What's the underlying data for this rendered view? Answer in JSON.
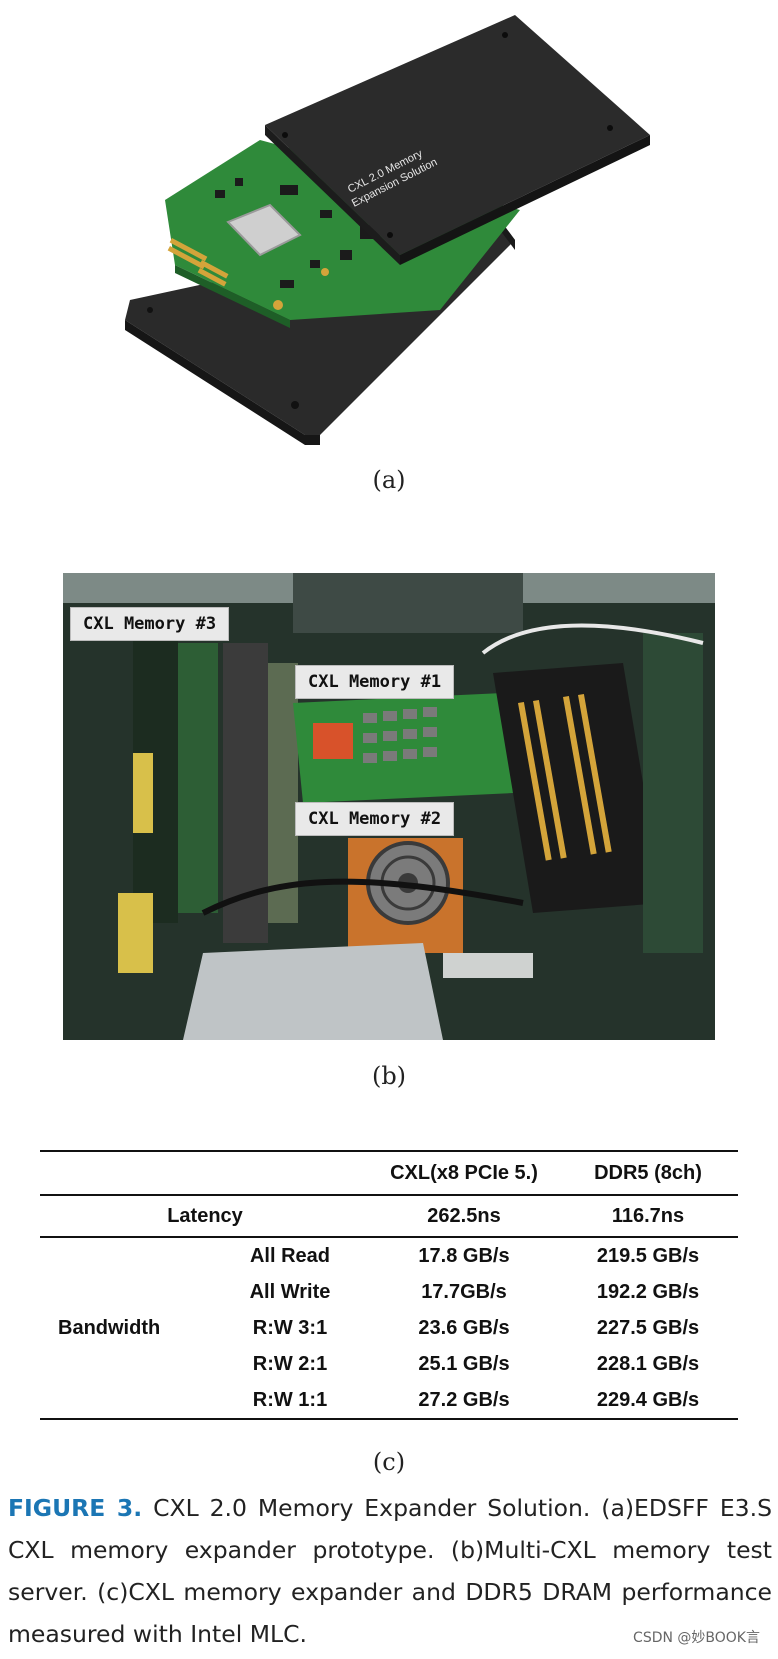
{
  "figure_a": {
    "sublabel": "(a)",
    "device_text_line1": "CXL 2.0 Memory",
    "device_text_line2": "Expansion Solution"
  },
  "figure_b": {
    "sublabel": "(b)",
    "labels": [
      "CXL Memory #3",
      "CXL Memory #1",
      "CXL Memory #2"
    ]
  },
  "figure_c": {
    "sublabel": "(c)",
    "table": {
      "header": [
        "",
        "CXL(x8 PCIe 5.)",
        "DDR5 (8ch)"
      ],
      "latency": {
        "label": "Latency",
        "cxl": "262.5ns",
        "ddr5": "116.7ns"
      },
      "bandwidth": {
        "label": "Bandwidth",
        "rows": [
          {
            "mode": "All Read",
            "cxl": "17.8 GB/s",
            "ddr5": "219.5 GB/s"
          },
          {
            "mode": "All Write",
            "cxl": "17.7GB/s",
            "ddr5": "192.2 GB/s"
          },
          {
            "mode": "R:W 3:1",
            "cxl": "23.6 GB/s",
            "ddr5": "227.5 GB/s"
          },
          {
            "mode": "R:W 2:1",
            "cxl": "25.1 GB/s",
            "ddr5": "228.1 GB/s"
          },
          {
            "mode": "R:W 1:1",
            "cxl": "27.2 GB/s",
            "ddr5": "229.4 GB/s"
          }
        ]
      }
    }
  },
  "caption": {
    "figure_number": "FIGURE 3.",
    "text": " CXL 2.0 Memory Expander Solution. (a)EDSFF E3.S CXL memory expander prototype. (b)Multi-CXL memory test server. (c)CXL memory expander and DDR5 DRAM performance measured with Intel MLC."
  },
  "watermark": "CSDN @妙BOOK言",
  "colors": {
    "figure_label_blue": "#1b76b4",
    "pcb_green": "#2f8a3a",
    "enclosure": "#2b2b2b"
  }
}
